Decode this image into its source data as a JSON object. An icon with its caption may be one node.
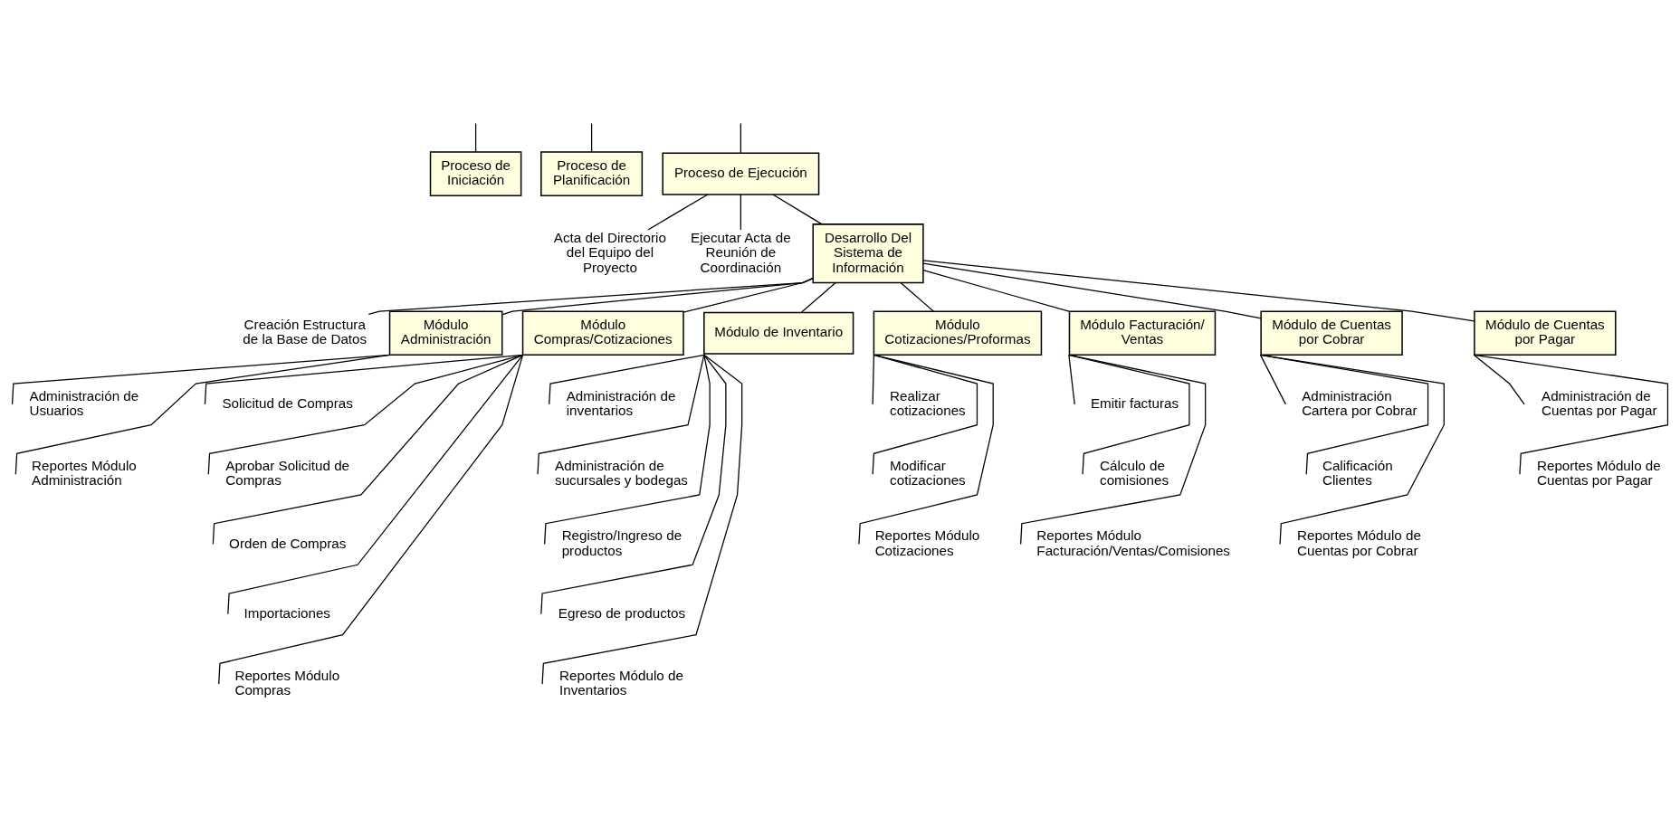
{
  "diagram": {
    "nodes": [
      {
        "text": [
          "Proceso de Iniciación"
        ]
      },
      {
        "text": [
          "Proceso de Planificación"
        ]
      },
      {
        "text": [
          "Proceso de Ejecución"
        ]
      },
      {
        "text": [
          "Acta del Directorio del Equipo del Proyecto"
        ]
      },
      {
        "text": [
          "Ejecutar Acta de Reunión de Coordinación"
        ]
      },
      {
        "text": [
          "Desarrollo Del Sistema de Información"
        ]
      },
      {
        "text": [
          "Creación Estructura de la Base de Datos"
        ]
      },
      {
        "text": [
          "Módulo Administración"
        ]
      },
      {
        "text": [
          "Módulo Compras/Cotizaciones"
        ]
      },
      {
        "text": [
          "Módulo de Inventario"
        ]
      },
      {
        "text": [
          "Módulo Cotizaciones/Proformas"
        ]
      },
      {
        "text": [
          "Módulo Facturación/ Ventas"
        ]
      },
      {
        "text": [
          "Módulo de Cuentas por Cobrar"
        ]
      },
      {
        "text": [
          "Módulo de Cuentas por Pagar"
        ]
      },
      {
        "text": [
          "Administración de Usuarios"
        ]
      },
      {
        "text": [
          "Reportes Módulo Administración"
        ]
      },
      {
        "text": [
          "Solicitud de Compras"
        ]
      },
      {
        "text": [
          "Aprobar Solicitud de Compras"
        ]
      },
      {
        "text": [
          "Orden de Compras"
        ]
      },
      {
        "text": [
          "Importaciones"
        ]
      },
      {
        "text": [
          "Reportes Módulo Compras"
        ]
      },
      {
        "text": [
          "Administración de inventarios"
        ]
      },
      {
        "text": [
          "Administración de sucursales y bodegas"
        ]
      },
      {
        "text": [
          "Registro/Ingreso de productos"
        ]
      },
      {
        "text": [
          "Egreso de productos"
        ]
      },
      {
        "text": [
          "Reportes Módulo de Inventarios"
        ]
      },
      {
        "text": [
          "Realizar cotizaciones"
        ]
      },
      {
        "text": [
          "Modificar cotizaciones"
        ]
      },
      {
        "text": [
          "Reportes Módulo Cotizaciones"
        ]
      },
      {
        "text": [
          "Emitir facturas"
        ]
      },
      {
        "text": [
          "Cálculo de comisiones"
        ]
      },
      {
        "text": [
          "Reportes Módulo Facturación/Ventas/Comisiones"
        ]
      },
      {
        "text": [
          "Administración Cartera por Cobrar"
        ]
      },
      {
        "text": [
          "Calificación Clientes"
        ]
      },
      {
        "text": [
          "Reportes Módulo de Cuentas por Cobrar"
        ]
      },
      {
        "text": [
          "Administración de Cuentas por Pagar"
        ]
      },
      {
        "text": [
          "Reportes Módulo de Cuentas por Pagar"
        ]
      }
    ],
    "edges": [
      {
        "from": null,
        "to": 0,
        "arrow": "none"
      },
      {
        "from": null,
        "to": 1,
        "arrow": "none"
      },
      {
        "from": null,
        "to": 2,
        "arrow": "none"
      },
      {
        "from": 2,
        "to": 3,
        "arrow": "none"
      },
      {
        "from": 2,
        "to": 4,
        "arrow": "none"
      },
      {
        "from": 2,
        "to": 5,
        "arrow": "none"
      },
      {
        "from": 5,
        "to": 6,
        "arrow": "none"
      },
      {
        "from": 5,
        "to": 7,
        "arrow": "none"
      },
      {
        "from": 5,
        "to": 8,
        "arrow": "none"
      },
      {
        "from": 5,
        "to": 9,
        "arrow": "none"
      },
      {
        "from": 5,
        "to": 10,
        "arrow": "none"
      },
      {
        "from": 5,
        "to": 11,
        "arrow": "none"
      },
      {
        "from": 5,
        "to": 12,
        "arrow": "none"
      },
      {
        "from": 5,
        "to": 13,
        "arrow": "none"
      },
      {
        "from": 7,
        "to": 14,
        "arrow": "none"
      },
      {
        "from": 7,
        "to": 15,
        "arrow": "none"
      },
      {
        "from": 8,
        "to": 16,
        "arrow": "none"
      },
      {
        "from": 8,
        "to": 17,
        "arrow": "none"
      },
      {
        "from": 8,
        "to": 18,
        "arrow": "none"
      },
      {
        "from": 8,
        "to": 19,
        "arrow": "none"
      },
      {
        "from": 8,
        "to": 20,
        "arrow": "none"
      },
      {
        "from": 9,
        "to": 21,
        "arrow": "none"
      },
      {
        "from": 9,
        "to": 22,
        "arrow": "none"
      },
      {
        "from": 9,
        "to": 23,
        "arrow": "none"
      },
      {
        "from": 9,
        "to": 24,
        "arrow": "none"
      },
      {
        "from": 9,
        "to": 25,
        "arrow": "none"
      },
      {
        "from": 10,
        "to": 26,
        "arrow": "none"
      },
      {
        "from": 10,
        "to": 27,
        "arrow": "none"
      },
      {
        "from": 10,
        "to": 28,
        "arrow": "none"
      },
      {
        "from": 11,
        "to": 29,
        "arrow": "none"
      },
      {
        "from": 11,
        "to": 30,
        "arrow": "none"
      },
      {
        "from": 11,
        "to": 31,
        "arrow": "none"
      },
      {
        "from": 12,
        "to": 32,
        "arrow": "none"
      },
      {
        "from": 12,
        "to": 33,
        "arrow": "none"
      },
      {
        "from": 12,
        "to": 34,
        "arrow": "none"
      },
      {
        "from": 13,
        "to": 35,
        "arrow": "none"
      },
      {
        "from": 13,
        "to": 36,
        "arrow": "none"
      }
    ]
  }
}
